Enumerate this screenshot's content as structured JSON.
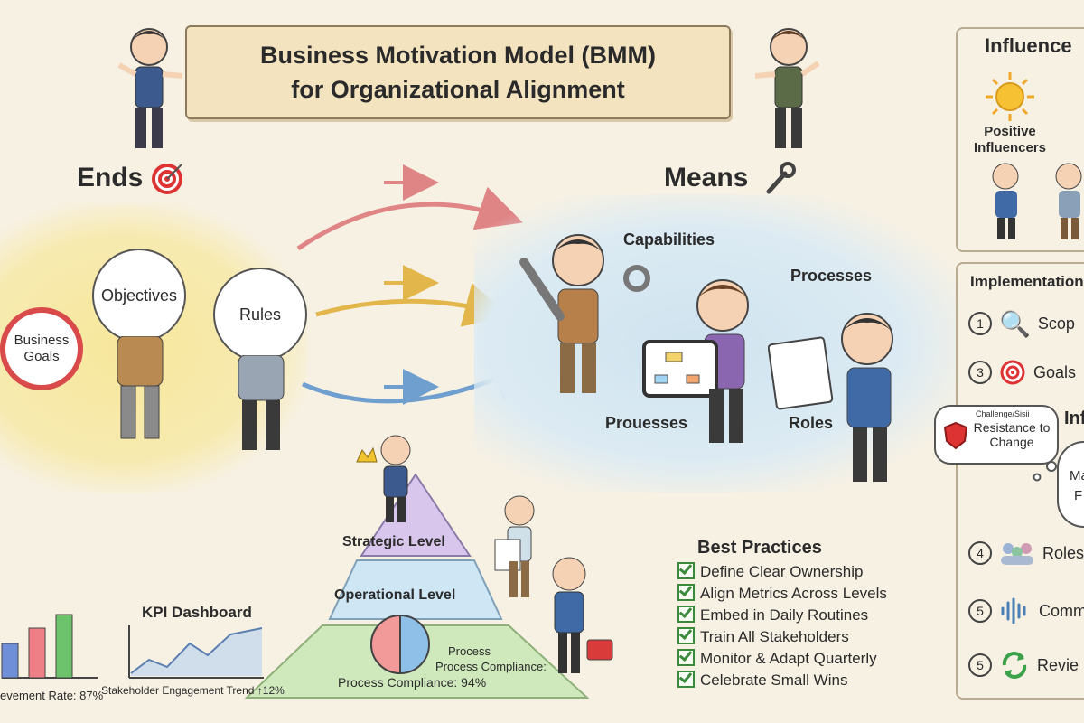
{
  "title": {
    "line1": "Business Motivation Model (BMM)",
    "line2": "for Organizational Alignment"
  },
  "ends": {
    "heading": "Ends",
    "items": [
      "Business Goals",
      "Objectives",
      "Rules"
    ]
  },
  "means": {
    "heading": "Means",
    "labels": {
      "capabilities": "Capabilities",
      "processes": "Processes",
      "prouesses": "Prouesses",
      "roles": "Roles"
    }
  },
  "pyramid": {
    "strategic": "Strategic Level",
    "operational": "Operational Level",
    "process_compliance_label": "Process Compliance:",
    "process_label_top": "Process",
    "process_compliance": "Process Compliance: 94%"
  },
  "kpi": {
    "title": "KPI Dashboard",
    "achievement": "evement Rate: 87%",
    "trend": "Stakeholder Engagement Trend ↑12%",
    "bars": [
      38,
      55,
      70
    ],
    "bar_colors": [
      "#6f8fd9",
      "#ef7f86",
      "#6cc36c"
    ]
  },
  "best_practices": {
    "heading": "Best Practices",
    "items": [
      "Define Clear Ownership",
      "Align Metrics Across Levels",
      "Embed in Daily Routines",
      "Train All Stakeholders",
      "Monitor & Adapt Quarterly",
      "Celebrate Small Wins"
    ]
  },
  "influencers": {
    "heading": "Influence",
    "positive": "Positive Influencers",
    "challenge_tag": "Challenge/Sisii",
    "resistance": "Resistance to Change",
    "partial_heading": "Inf",
    "partial_bubble_1": "Ma",
    "partial_bubble_2": "F"
  },
  "implementation": {
    "heading": "Implementation",
    "steps": [
      {
        "num": "1",
        "label": "Scop",
        "icon": "magnifier-icon"
      },
      {
        "num": "3",
        "label": "Goals",
        "icon": "target-icon"
      },
      {
        "num": "4",
        "label": "Roles",
        "icon": "people-icon"
      },
      {
        "num": "5",
        "label": "Comm",
        "icon": "soundwave-icon"
      },
      {
        "num": "5",
        "label": "Revie",
        "icon": "cycle-icon"
      }
    ]
  },
  "colors": {
    "background": "#f7f1e4",
    "ends_wash": "#f7e79c",
    "means_wash": "#cfe3ef",
    "strategic": "#d9c6ec",
    "operational": "#cfe7f4",
    "process": "#cfe9bd"
  }
}
